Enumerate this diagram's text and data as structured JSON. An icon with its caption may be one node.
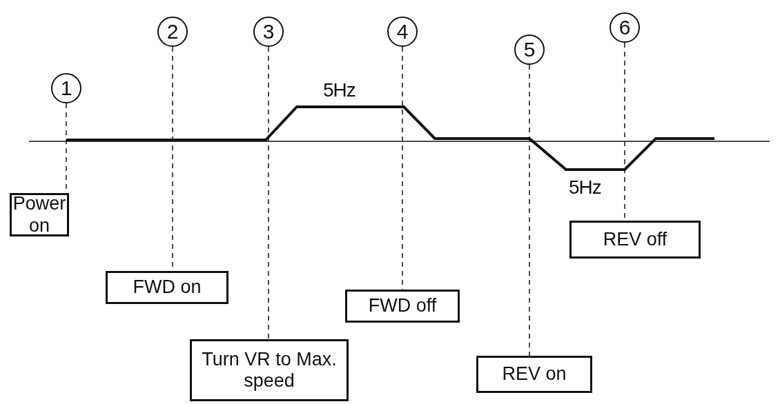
{
  "diagram": {
    "nodes": [
      {
        "text": [
          "1"
        ]
      },
      {
        "text": [
          "2"
        ]
      },
      {
        "text": [
          "3"
        ]
      },
      {
        "text": [
          "4"
        ]
      },
      {
        "text": [
          "5"
        ]
      },
      {
        "text": [
          "6"
        ]
      },
      {
        "text": [
          "Power on"
        ]
      },
      {
        "text": [
          "FWD on"
        ]
      },
      {
        "text": [
          "Turn VR to Max. speed"
        ]
      },
      {
        "text": [
          "FWD off"
        ]
      },
      {
        "text": [
          "REV on"
        ]
      },
      {
        "text": [
          "REV off"
        ]
      }
    ],
    "edges": [
      {
        "from": 0,
        "to": 6,
        "arrow": "none",
        "style": "dashed"
      },
      {
        "from": 1,
        "to": 7,
        "arrow": "none",
        "style": "dashed"
      },
      {
        "from": 2,
        "to": 8,
        "arrow": "none",
        "style": "dashed"
      },
      {
        "from": 3,
        "to": 9,
        "arrow": "none",
        "style": "dashed"
      },
      {
        "from": 4,
        "to": 10,
        "arrow": "none",
        "style": "dashed"
      },
      {
        "from": 5,
        "to": 11,
        "arrow": "none",
        "style": "dashed"
      }
    ],
    "labels": [
      "5Hz",
      "5Hz"
    ]
  }
}
